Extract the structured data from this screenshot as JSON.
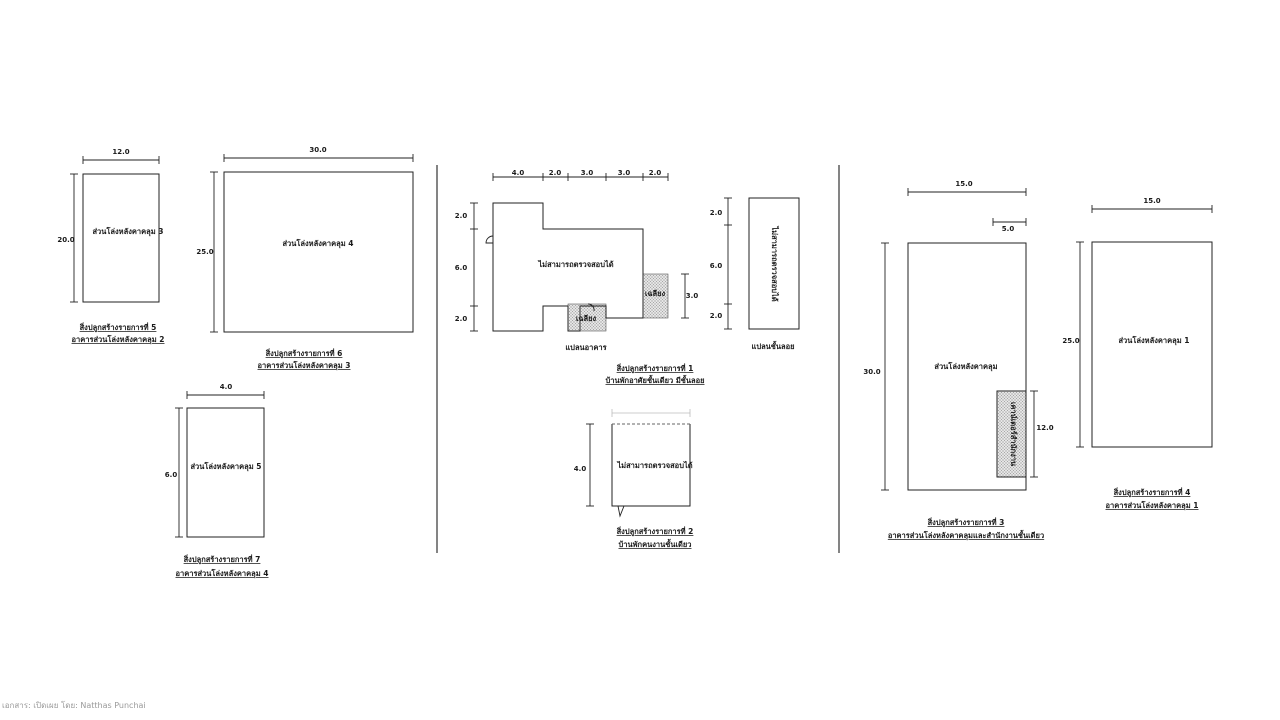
{
  "footer": "เอกสาร: เปิดเผย โดย: Natthas Punchai",
  "items": {
    "i5": {
      "label": "ส่วนโล่งหลังคาคลุม 3",
      "cap1": "สิ่งปลูกสร้างรายการที่ 5",
      "cap2": "อาคารส่วนโล่งหลังคาคลุม 2",
      "w": "12.0",
      "h": "20.0"
    },
    "i6": {
      "label": "ส่วนโล่งหลังคาคลุม 4",
      "cap1": "สิ่งปลูกสร้างรายการที่ 6",
      "cap2": "อาคารส่วนโล่งหลังคาคลุม 3",
      "w": "30.0",
      "h": "25.0"
    },
    "i7": {
      "label": "ส่วนโล่งหลังคาคลุม 5",
      "cap1": "สิ่งปลูกสร้างรายการที่ 7",
      "cap2": "อาคารส่วนโล่งหลังคาคลุม 4",
      "w": "4.0",
      "h": "6.0"
    },
    "i1": {
      "label": "ไม่สามารถตรวจสอบได้",
      "top_dims": [
        "4.0",
        "2.0",
        "3.0",
        "3.0",
        "2.0"
      ],
      "left_dims": [
        "2.0",
        "6.0",
        "2.0"
      ],
      "right_dim": "3.0",
      "porch": "เฉลียง",
      "plan_label": "แปลนอาคาร",
      "mezz_label": "ไม่สามารถตรวจสอบได้",
      "mezz_dims": [
        "2.0",
        "6.0",
        "2.0"
      ],
      "mezz_plan_label": "แปลนชั้นลอย",
      "cap1": "สิ่งปลูกสร้างรายการที่ 1",
      "cap2": "บ้านพักอาศัยชั้นเดียว มีชั้นลอย"
    },
    "i2": {
      "label": "ไม่สามารถตรวจสอบได้",
      "h": "4.0",
      "cap1": "สิ่งปลูกสร้างรายการที่ 2",
      "cap2": "บ้านพักคนงานชั้นเดียว"
    },
    "i3": {
      "label": "ส่วนโล่งหลังคาคลุม",
      "annex": "เคาน์เตอร์สำนักงาน",
      "w": "15.0",
      "sub_w": "5.0",
      "h": "30.0",
      "sub_h": "12.0",
      "cap1": "สิ่งปลูกสร้างรายการที่ 3",
      "cap2": "อาคารส่วนโล่งหลังคาคลุมและสำนักงานชั้นเดียว"
    },
    "i4": {
      "label": "ส่วนโล่งหลังคาคลุม 1",
      "w": "15.0",
      "h": "25.0",
      "cap1": "สิ่งปลูกสร้างรายการที่ 4",
      "cap2": "อาคารส่วนโล่งหลังคาคลุม 1"
    }
  }
}
